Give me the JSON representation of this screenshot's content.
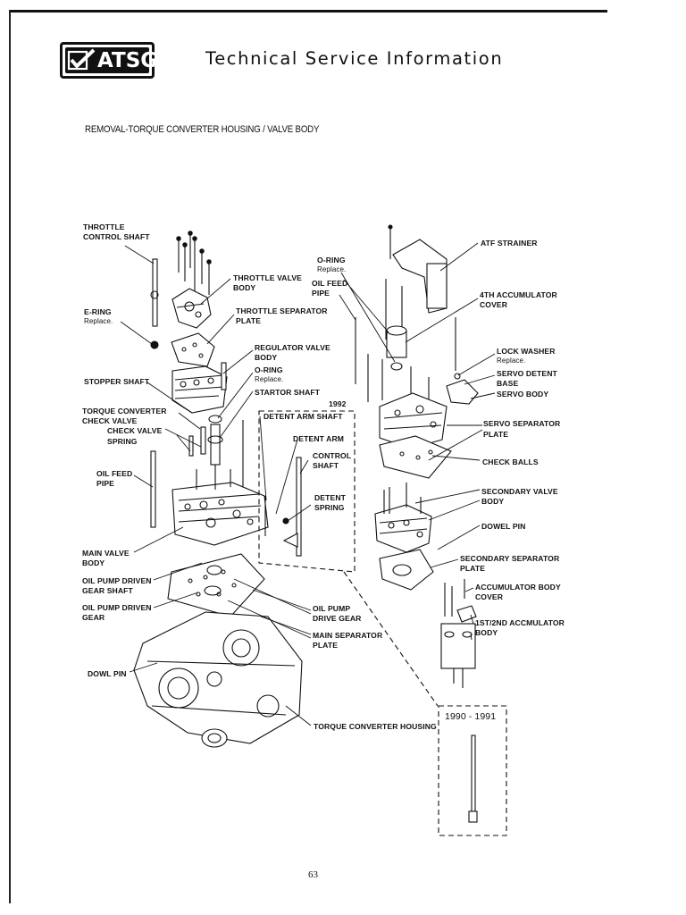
{
  "header": {
    "logo_text": "ATSG",
    "title": "Technical Service Information"
  },
  "section_title": "REMOVAL-TORQUE CONVERTER HOUSING / VALVE BODY",
  "page_number": "63",
  "labels": {
    "throttle_control_shaft_1": "THROTTLE",
    "throttle_control_shaft_2": "CONTROL SHAFT",
    "throttle_valve_body_1": "THROTTLE VALVE",
    "throttle_valve_body_2": "BODY",
    "e_ring_1": "E-RING",
    "e_ring_2": "Replace.",
    "throttle_separator_1": "THROTTLE SEPARATOR",
    "throttle_separator_2": "PLATE",
    "regulator_valve_1": "REGULATOR VALVE",
    "regulator_valve_2": "BODY",
    "o_ring_left_1": "O-RING",
    "o_ring_left_2": "Replace.",
    "stopper_shaft": "STOPPER SHAFT",
    "startor_shaft": "STARTOR SHAFT",
    "year_1992": "1992",
    "detent_arm_shaft": "DETENT ARM SHAFT",
    "torque_converter_check_valve_1": "TORQUE CONVERTER",
    "torque_converter_check_valve_2": "CHECK VALVE",
    "check_valve_spring_1": "CHECK VALVE",
    "check_valve_spring_2": "SPRING",
    "detent_arm": "DETENT ARM",
    "control_shaft_1": "CONTROL",
    "control_shaft_2": "SHAFT",
    "oil_feed_pipe_left_1": "OIL FEED",
    "oil_feed_pipe_left_2": "PIPE",
    "detent_spring_1": "DETENT",
    "detent_spring_2": "SPRING",
    "main_valve_body_1": "MAIN VALVE",
    "main_valve_body_2": "BODY",
    "oil_pump_driven_gear_shaft_1": "OIL PUMP DRIVEN",
    "oil_pump_driven_gear_shaft_2": "GEAR SHAFT",
    "oil_pump_driven_gear_1": "OIL PUMP DRIVEN",
    "oil_pump_driven_gear_2": "GEAR",
    "oil_pump_drive_gear_1": "OIL PUMP",
    "oil_pump_drive_gear_2": "DRIVE GEAR",
    "main_separator_plate_1": "MAIN SEPARATOR",
    "main_separator_plate_2": "PLATE",
    "dowl_pin": "DOWL PIN",
    "torque_converter_housing": "TORQUE CONVERTER HOUSING",
    "o_ring_right_1": "O-RING",
    "o_ring_right_2": "Replace.",
    "oil_feed_pipe_right_1": "OIL FEED",
    "oil_feed_pipe_right_2": "PIPE",
    "atf_strainer": "ATF STRAINER",
    "accumulator_4th_cover_1": "4TH ACCUMULATOR",
    "accumulator_4th_cover_2": "COVER",
    "lock_washer_1": "LOCK WASHER",
    "lock_washer_2": "Replace.",
    "servo_detent_base_1": "SERVO DETENT",
    "servo_detent_base_2": "BASE",
    "servo_body": "SERVO BODY",
    "servo_separator_plate_1": "SERVO SEPARATOR",
    "servo_separator_plate_2": "PLATE",
    "check_balls": "CHECK BALLS",
    "secondary_valve_body_1": "SECONDARY VALVE",
    "secondary_valve_body_2": "BODY",
    "dowel_pin": "DOWEL PIN",
    "secondary_separator_plate_1": "SECONDARY SEPARATOR",
    "secondary_separator_plate_2": "PLATE",
    "accumulator_body_cover_1": "ACCUMULATOR BODY",
    "accumulator_body_cover_2": "COVER",
    "accumulator_1st2nd_body_1": "1ST/2ND ACCMULATOR",
    "accumulator_1st2nd_body_2": "BODY",
    "year_1990_1991": "1990 - 1991"
  }
}
